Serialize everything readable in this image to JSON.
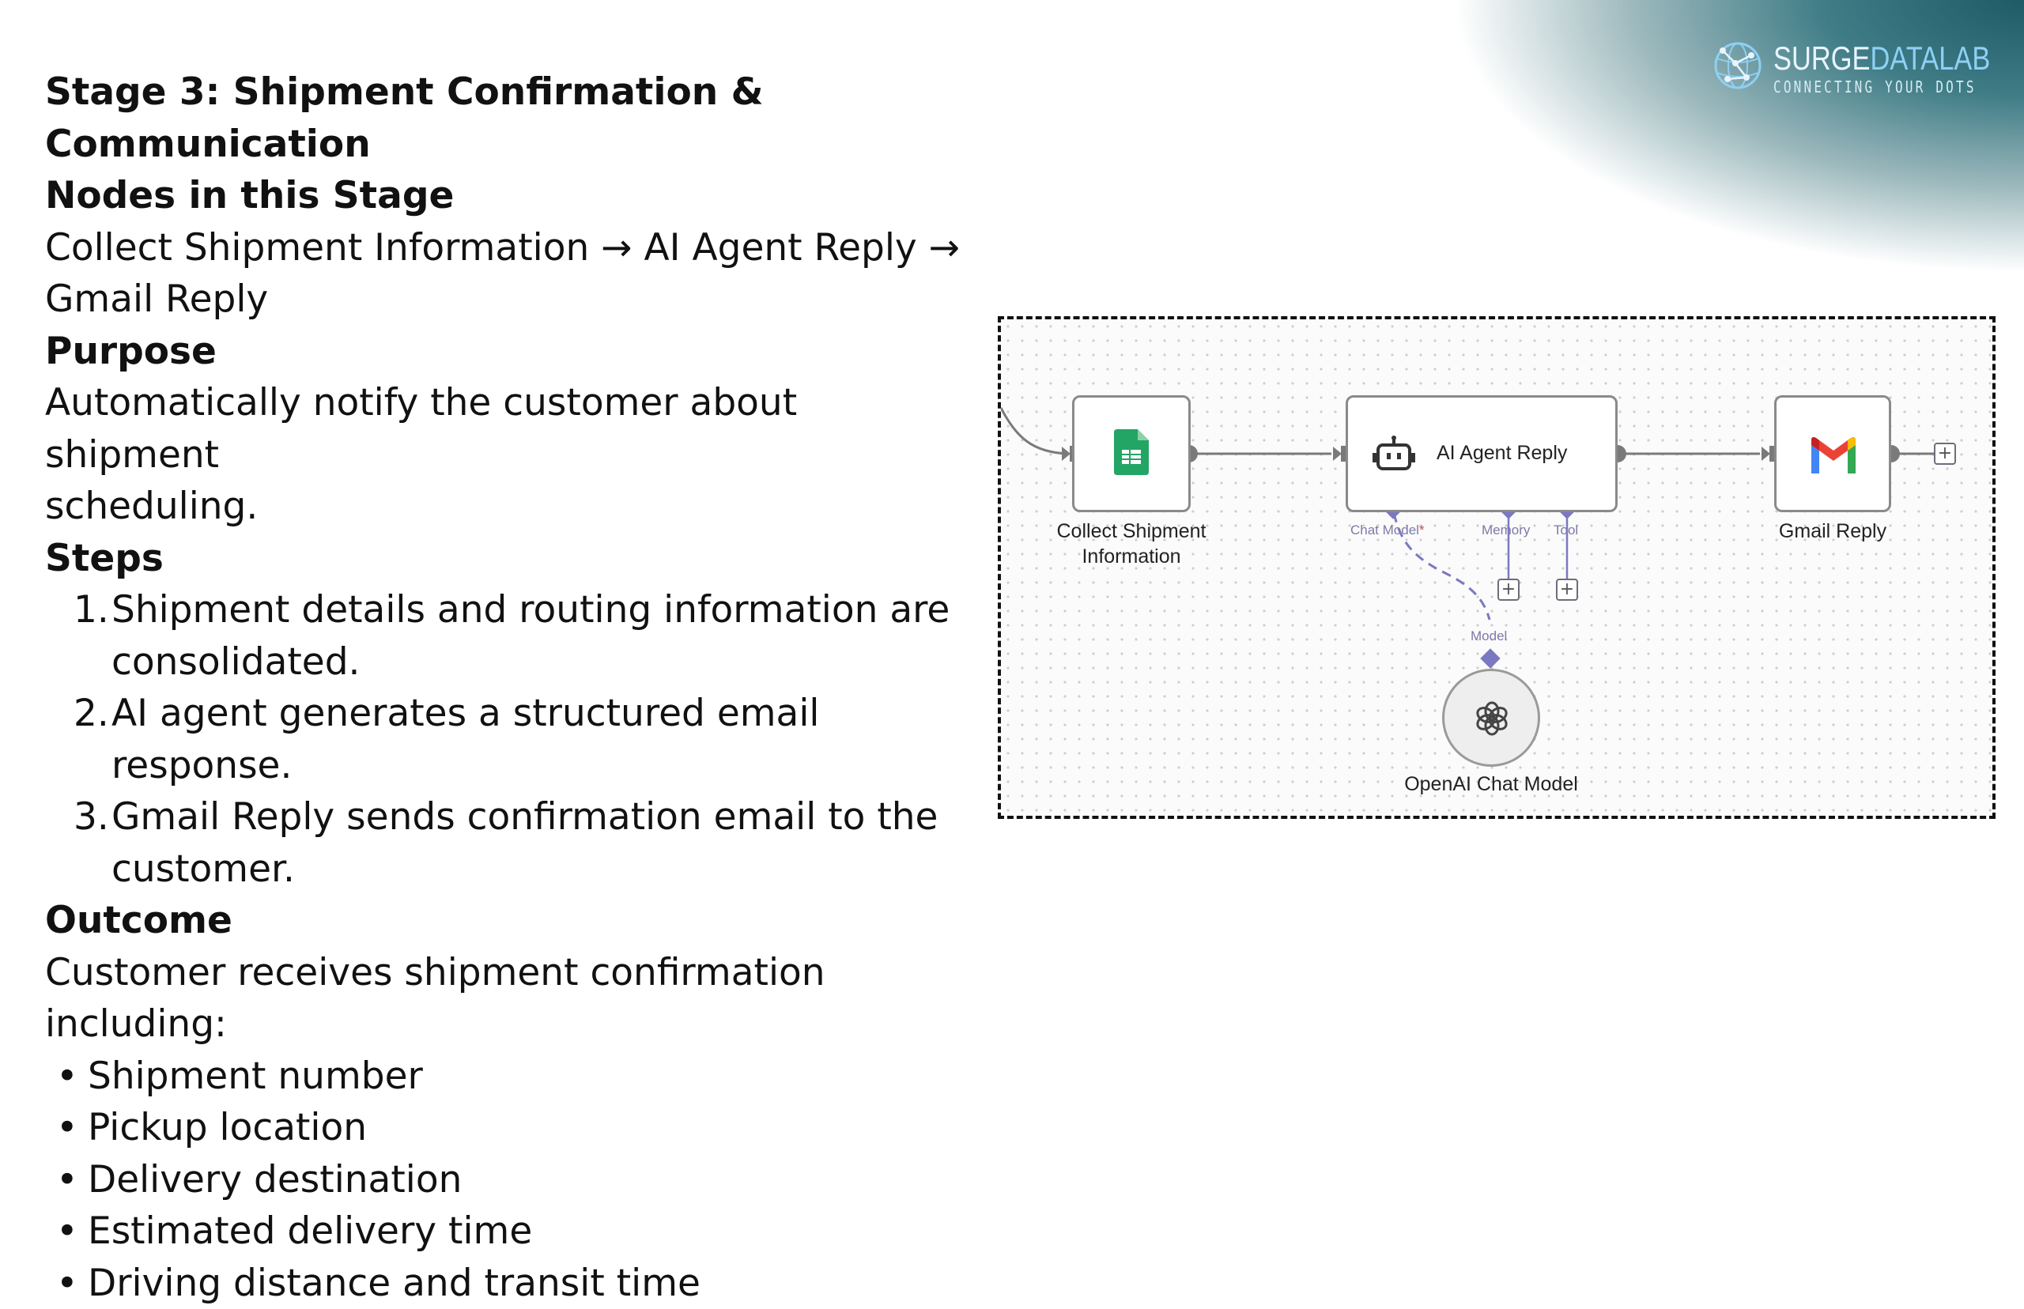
{
  "slide": {
    "title": "Stage 3: Shipment Confirmation & Communication",
    "nodes_heading": "Nodes in this Stage",
    "nodes_line1": "Collect Shipment Information → AI Agent Reply →",
    "nodes_line2": "Gmail Reply",
    "purpose_heading": "Purpose",
    "purpose_line1": "Automatically notify the customer about shipment",
    "purpose_line2": "scheduling.",
    "steps_heading": "Steps",
    "steps": [
      {
        "num": "1.",
        "line1": "Shipment details and routing information are",
        "line2": "consolidated."
      },
      {
        "num": "2.",
        "line1": "AI agent generates a structured email response."
      },
      {
        "num": "3.",
        "line1": "Gmail Reply sends confirmation email to the",
        "line2": "customer."
      }
    ],
    "outcome_heading": "Outcome",
    "outcome_intro": "Customer receives shipment confirmation including:",
    "outcome_items": [
      "Shipment number",
      "Pickup location",
      "Delivery destination",
      "Estimated delivery time",
      "Driving distance and transit time"
    ]
  },
  "brand": {
    "name_strong": "SURGE",
    "name_light": "DATALAB",
    "tagline": "CONNECTING YOUR DOTS",
    "icon": "globe-network-icon"
  },
  "workflow": {
    "nodes": {
      "collect_line1": "Collect Shipment",
      "collect_line2": "Information",
      "agent": "AI Agent Reply",
      "gmail": "Gmail Reply",
      "openai": "OpenAI Chat Model"
    },
    "ports": {
      "chat_model": "Chat Model",
      "required_mark": "*",
      "memory": "Memory",
      "tool": "Tool",
      "model": "Model"
    },
    "plus": "+",
    "colors": {
      "sheets_green": "#23a566",
      "port_purple": "#7b78c2",
      "wire_gray": "#7a7a7a",
      "gmail_red": "#ea4335",
      "gmail_blue": "#4285f4",
      "gmail_yellow": "#fbbc04",
      "gmail_green": "#34a853"
    }
  }
}
